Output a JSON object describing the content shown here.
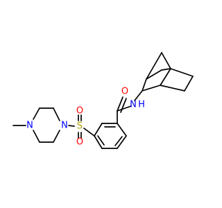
{
  "molecule": {
    "atoms": [
      {
        "id": "O_amide",
        "symbol": "O",
        "color": "#ff0000"
      },
      {
        "id": "N_amide",
        "symbol": "N",
        "color": "#0000ff"
      },
      {
        "id": "H_amide",
        "symbol": "H",
        "color": "#0000ff"
      },
      {
        "id": "S_sulfonyl",
        "symbol": "S",
        "color": "#b8a300"
      },
      {
        "id": "O_sulfonyl_top",
        "symbol": "O",
        "color": "#ff0000"
      },
      {
        "id": "O_sulfonyl_bottom",
        "symbol": "O",
        "color": "#ff0000"
      },
      {
        "id": "N_piperazine_1",
        "symbol": "N",
        "color": "#0000ff"
      },
      {
        "id": "N_piperazine_4",
        "symbol": "N",
        "color": "#0000ff"
      }
    ]
  }
}
